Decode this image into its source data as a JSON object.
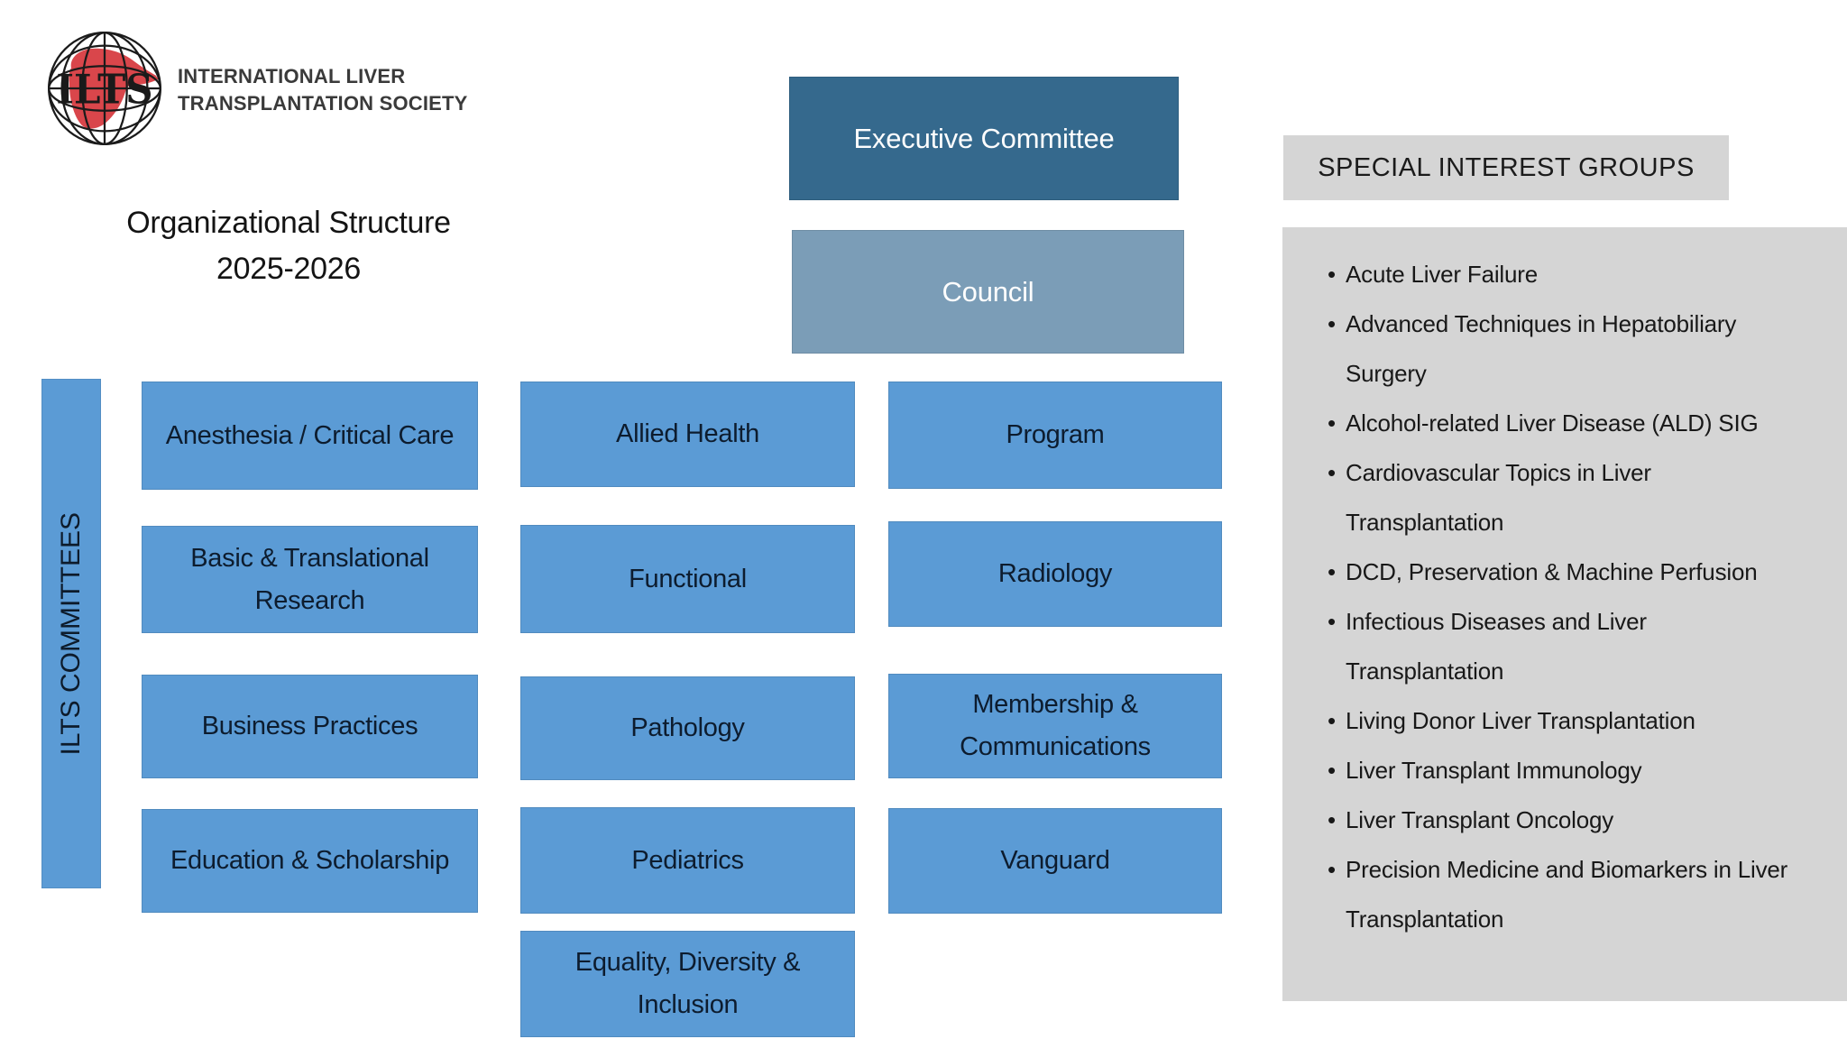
{
  "logo": {
    "acronym": "ILTS",
    "org_line1": "INTERNATIONAL LIVER",
    "org_line2": "TRANSPLANTATION SOCIETY"
  },
  "title": {
    "line1": "Organizational Structure",
    "line2": "2025-2026"
  },
  "hierarchy": {
    "executive": "Executive Committee",
    "council": "Council"
  },
  "committees": {
    "sidebar_label": "ILTS COMMITTEES",
    "column1": [
      "Anesthesia / Critical Care",
      "Basic & Translational Research",
      "Business Practices",
      "Education & Scholarship"
    ],
    "column2": [
      "Allied Health",
      "Functional",
      "Pathology",
      "Pediatrics",
      "Equality, Diversity & Inclusion"
    ],
    "column3": [
      "Program",
      "Radiology",
      "Membership & Communications",
      "Vanguard"
    ]
  },
  "sig": {
    "header": "SPECIAL INTEREST GROUPS",
    "items": [
      "Acute Liver Failure",
      "Advanced Techniques in Hepatobiliary Surgery",
      "Alcohol-related Liver Disease (ALD) SIG",
      "Cardiovascular Topics in Liver Transplantation",
      "DCD, Preservation & Machine Perfusion",
      "Infectious Diseases and Liver Transplantation",
      "Living Donor Liver Transplantation",
      "Liver Transplant Immunology",
      "Liver Transplant Oncology",
      "Precision Medicine and Biomarkers in Liver Transplantation"
    ]
  },
  "colors": {
    "committee_blue": "#5B9BD5",
    "executive_blue": "#35698D",
    "council_blue": "#7B9DB7",
    "panel_gray": "#D5D5D5",
    "liver_red": "#D9464B",
    "box_text": "#0D1C2E"
  }
}
